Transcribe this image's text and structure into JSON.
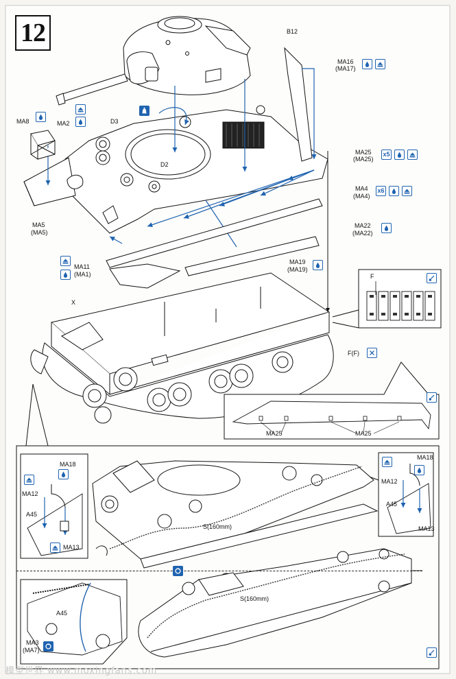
{
  "step": {
    "number": "12"
  },
  "labels": {
    "b12": "B12",
    "ma16": "MA16",
    "ma17": "(MA17)",
    "ma8": "MA8",
    "ma2": "MA2",
    "d3": "D3",
    "d2": "D2",
    "ma25": "MA25",
    "ma25p": "(MA25)",
    "ma4": "MA4",
    "ma4p": "(MA4)",
    "ma5": "MA5",
    "ma5p": "(MA5)",
    "ma22": "MA22",
    "ma22p": "(MA22)",
    "ma11": "MA11",
    "ma1p": "(MA1)",
    "ma19": "MA19",
    "ma19p": "(MA19)",
    "x": "X",
    "f": "F",
    "ff": "F(F)",
    "ma25_a": "MA25",
    "ma25_b": "MA25",
    "ma18_left": "MA18",
    "ma12_left": "MA12",
    "a45_left": "A45",
    "ma13_left": "MA13",
    "s160_upper": "S(160mm)",
    "ma18_right": "MA18",
    "ma12_right": "MA12",
    "a45_right": "A45",
    "ma13_right": "MA13",
    "s160_lower": "S(160mm)",
    "a45_bottom": "A45",
    "ma3": "MA3",
    "ma7p": "(MA7)"
  },
  "qty": {
    "x5": "x5",
    "x6": "x6"
  },
  "icons": {
    "paint": "paint-drop-icon",
    "bend": "bend-up-icon",
    "glue": "glue-bottle-icon",
    "cut": "cut-icon",
    "rotate": "rotate-view-icon"
  },
  "colors": {
    "accent": "#1f63b0",
    "ink": "#111111"
  },
  "watermark": "模型世界 www.moxingfans.com"
}
